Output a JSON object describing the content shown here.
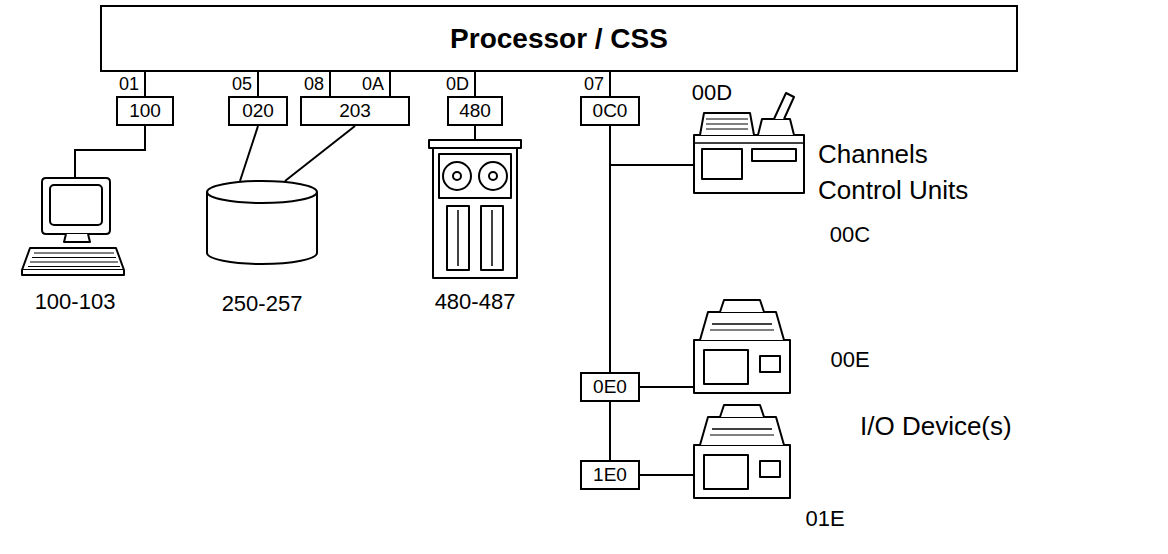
{
  "diagram": {
    "nodes": [
      {
        "text": [
          "Processor / CSS"
        ]
      },
      {
        "text": [
          "100"
        ]
      },
      {
        "text": [
          "020"
        ]
      },
      {
        "text": [
          "203"
        ]
      },
      {
        "text": [
          "480"
        ]
      },
      {
        "text": [
          "0C0"
        ]
      },
      {
        "text": [
          "0E0"
        ]
      },
      {
        "text": [
          "1E0"
        ]
      },
      {
        "text": [
          "100-103"
        ]
      },
      {
        "text": [
          "250-257"
        ]
      },
      {
        "text": [
          "480-487"
        ]
      },
      {
        "text": [
          "00D",
          "00C"
        ]
      },
      {
        "text": [
          "00E"
        ]
      },
      {
        "text": [
          "01E"
        ]
      }
    ],
    "edges": [
      {
        "from": 0,
        "to": 1,
        "label": "01",
        "arrow": "none"
      },
      {
        "from": 0,
        "to": 2,
        "label": "05",
        "arrow": "none"
      },
      {
        "from": 0,
        "to": 3,
        "label": "08",
        "arrow": "none"
      },
      {
        "from": 0,
        "to": 3,
        "label": "0A",
        "arrow": "none"
      },
      {
        "from": 0,
        "to": 4,
        "label": "0D",
        "arrow": "none"
      },
      {
        "from": 0,
        "to": 5,
        "label": "07",
        "arrow": "none"
      },
      {
        "from": 1,
        "to": 8,
        "arrow": "none"
      },
      {
        "from": 2,
        "to": 9,
        "arrow": "none"
      },
      {
        "from": 3,
        "to": 9,
        "arrow": "none"
      },
      {
        "from": 4,
        "to": 10,
        "arrow": "none"
      },
      {
        "from": 5,
        "to": 11,
        "arrow": "none"
      },
      {
        "from": 5,
        "to": 6,
        "arrow": "none"
      },
      {
        "from": 6,
        "to": 7,
        "arrow": "none"
      },
      {
        "from": 6,
        "to": 12,
        "arrow": "none"
      },
      {
        "from": 7,
        "to": 13,
        "arrow": "none"
      }
    ],
    "labels": [
      "Channels",
      "Control Units",
      "I/O Device(s)"
    ]
  }
}
